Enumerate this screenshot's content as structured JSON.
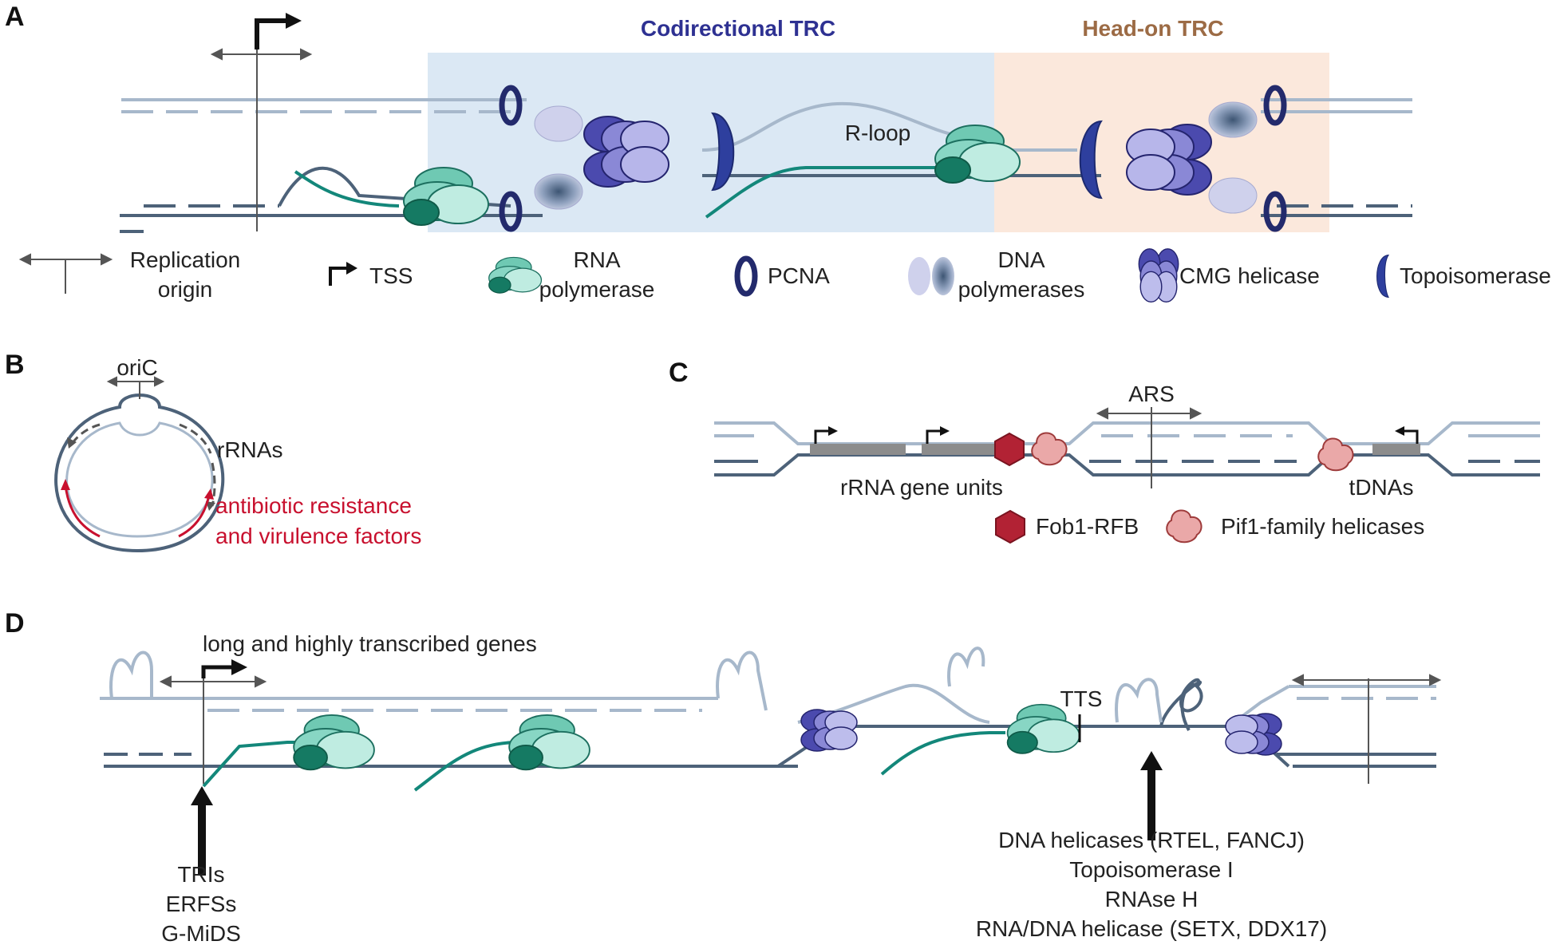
{
  "panels": {
    "a": "A",
    "b": "B",
    "c": "C",
    "d": "D"
  },
  "panel_a": {
    "codirectional_title": "Codirectional TRC",
    "headon_title": "Head-on TRC",
    "rloop": "R-loop",
    "legend": {
      "replication_origin_1": "Replication",
      "replication_origin_2": "origin",
      "tss": "TSS",
      "rnap_1": "RNA",
      "rnap_2": "polymerase",
      "pcna": "PCNA",
      "dnapol_1": "DNA",
      "dnapol_2": "polymerases",
      "cmg": "CMG helicase",
      "topo": "Topoisomerase"
    }
  },
  "panel_b": {
    "oric": "oriC",
    "rrnas": "rRNAs",
    "abr_1": "antibiotic resistance",
    "abr_2": "and virulence factors"
  },
  "panel_c": {
    "ars": "ARS",
    "rrna_units": "rRNA gene units",
    "tdnas": "tDNAs",
    "fob1": "Fob1-RFB",
    "pif1": "Pif1-family helicases"
  },
  "panel_d": {
    "genes": "long and highly transcribed genes",
    "tts": "TTS",
    "left_factors": [
      "TRIs",
      "ERFSs",
      "G-MiDS"
    ],
    "right_factors": [
      "DNA helicases (RTEL, FANCJ)",
      "Topoisomerase I",
      "RNAse H",
      "RNA/DNA helicase (SETX, DDX17)"
    ]
  },
  "colors": {
    "codirectional_bg": "#dbe8f4",
    "headon_bg": "#fbe8dc",
    "codirectional_title": "#2e3192",
    "headon_title": "#9c6b45",
    "dna_light": "#a7b8cb",
    "dna_dark": "#4d6279",
    "rna": "#13877a",
    "pcna": "#232a6c",
    "topo": "#2e3f9e",
    "rnap": "#7fd0bf",
    "rnap_dark": "#157a63",
    "cmg": "#6a67c6",
    "pol_light": "#c5c8e8",
    "fob1": "#b22234",
    "pif1": "#e89b9b",
    "red_text": "#c8102e"
  }
}
